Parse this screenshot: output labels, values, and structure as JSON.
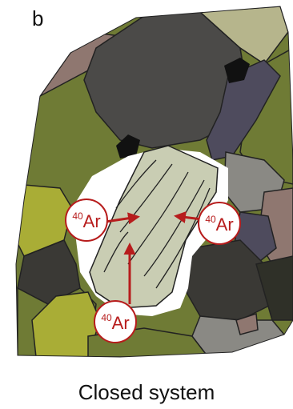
{
  "panel": {
    "letter": "b",
    "caption": "Closed system"
  },
  "diagram": {
    "isotope_mass": "40",
    "isotope_symbol": "Ar",
    "labels": [
      {
        "id": "left"
      },
      {
        "id": "right"
      },
      {
        "id": "bottom"
      }
    ]
  },
  "colors": {
    "argon_red": "#b71c1c",
    "central_grain": "#c9cdb3",
    "olive": "#6f7b35",
    "yellow_green": "#a9ad36",
    "dark_gray": "#4b4a48",
    "charcoal": "#3a3935",
    "slate_purple": "#4e4b5d",
    "khaki": "#b6b58c",
    "mauve": "#8f7770"
  }
}
